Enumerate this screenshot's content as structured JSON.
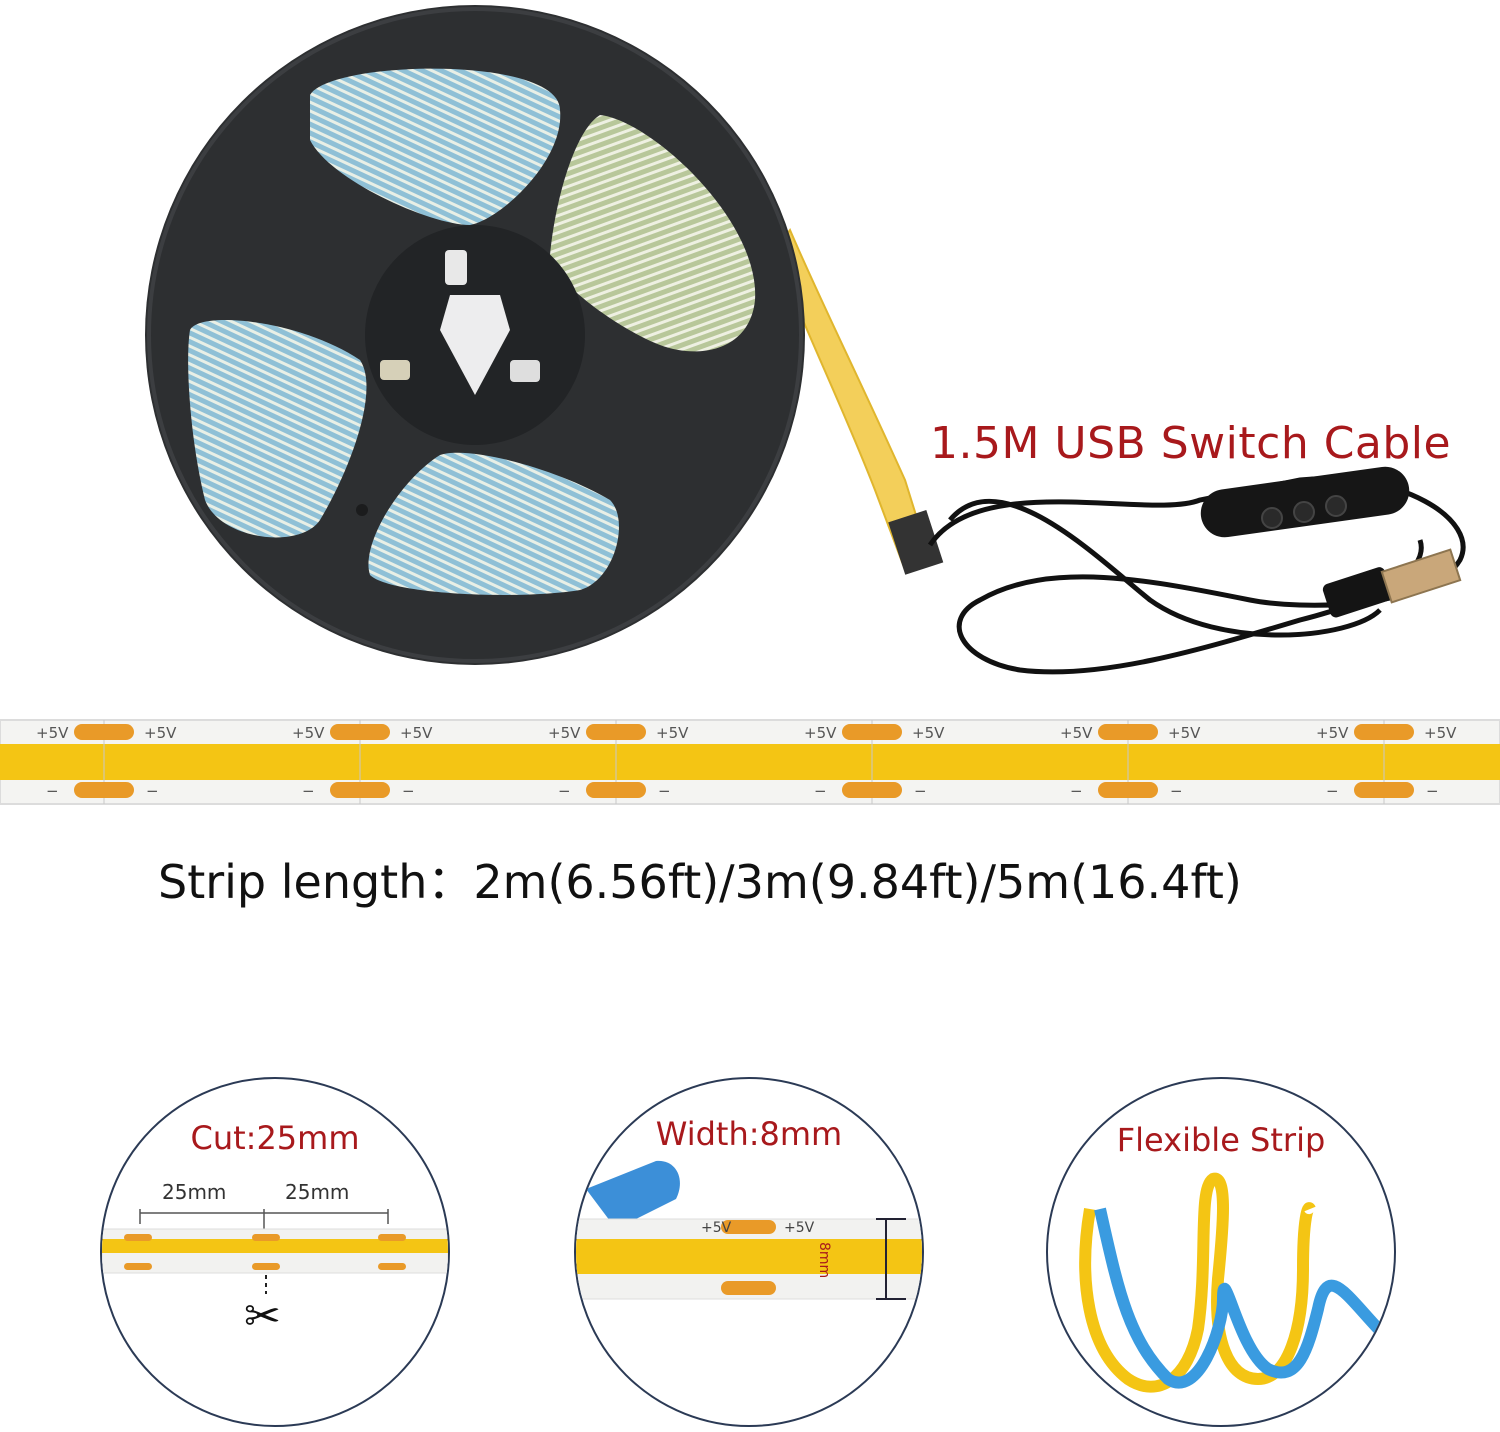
{
  "cable_label": "1.5M USB Switch Cable",
  "strip_length": "Strip length：2m(6.56ft)/3m(9.84ft)/5m(16.4ft)",
  "strip_markings": {
    "plus": "+5V",
    "minus": "−"
  },
  "features": [
    {
      "title": "Cut:25mm",
      "dim_left": "25mm",
      "dim_right": "25mm",
      "icon": "scissors-icon"
    },
    {
      "title": "Width:8mm",
      "dim": "8mm"
    },
    {
      "title": "Flexible Strip"
    }
  ],
  "colors": {
    "label_red": "#a8191c",
    "strip_yellow": "#f4c514",
    "pad_orange": "#e99a28",
    "reel_dark": "#2a2c2e",
    "coil_blue": "#7fb3cc",
    "flex_blue": "#3a9be0",
    "circle_border": "#2b3a55"
  }
}
